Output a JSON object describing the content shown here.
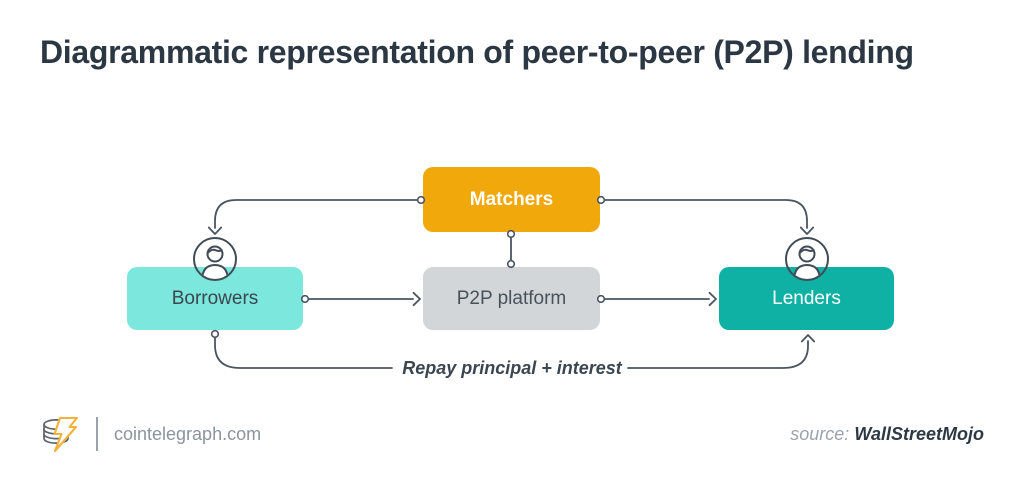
{
  "title": "Diagrammatic representation of peer-to-peer (P2P) lending",
  "diagram": {
    "line_color": "#4a5560",
    "nodes": {
      "matchers": {
        "label": "Matchers",
        "bg": "#f1a80b",
        "text_color": "#ffffff"
      },
      "borrowers": {
        "label": "Borrowers",
        "bg": "#7ce7dc",
        "text_color": "#3c4650"
      },
      "p2p": {
        "label": "P2P platform",
        "bg": "#d3d6d8",
        "text_color": "#47525c"
      },
      "lenders": {
        "label": "Lenders",
        "bg": "#0fb1a5",
        "text_color": "#ffffff"
      }
    },
    "edges": [
      {
        "from": "matchers",
        "to": "borrowers",
        "label": ""
      },
      {
        "from": "matchers",
        "to": "lenders",
        "label": ""
      },
      {
        "from": "matchers",
        "to": "p2p",
        "label": ""
      },
      {
        "from": "borrowers",
        "to": "p2p",
        "label": ""
      },
      {
        "from": "p2p",
        "to": "lenders",
        "label": ""
      },
      {
        "from": "borrowers",
        "to": "lenders",
        "label": "Repay principal + interest"
      }
    ],
    "repay_label": "Repay principal + interest",
    "icons": {
      "borrowers": "person-icon",
      "lenders": "person-icon"
    }
  },
  "footer": {
    "logo": "cointelegraph-coins-lightning-logo",
    "logo_yellow": "#f2b33d",
    "logo_gray": "#5a646e",
    "brand": "cointelegraph.com",
    "source_prefix": "source:",
    "source_name": "WallStreetMojo"
  }
}
